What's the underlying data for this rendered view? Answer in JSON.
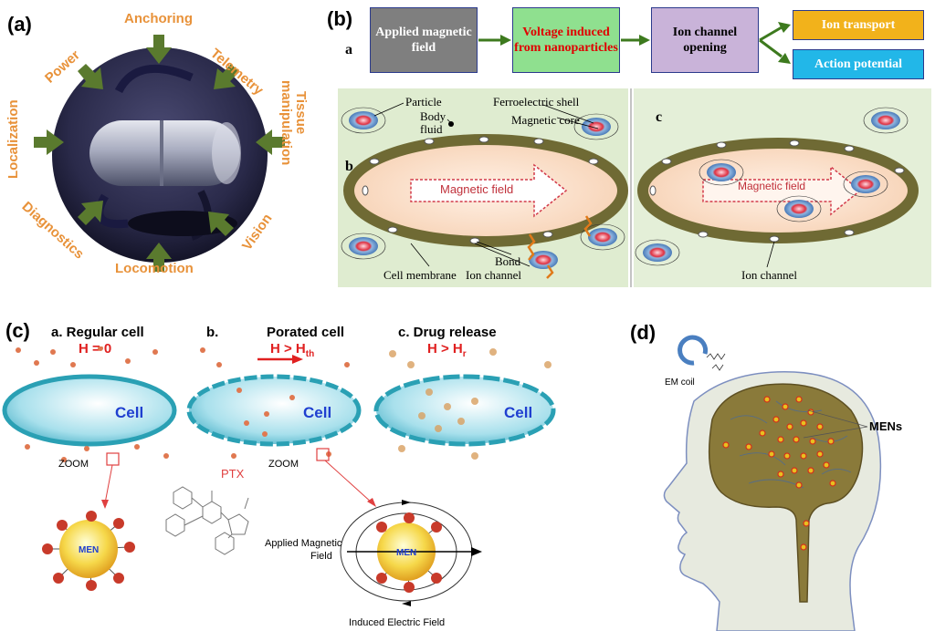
{
  "panel_a": {
    "letter": "(a)",
    "labels": {
      "anchoring": "Anchoring",
      "telemetry": "Telemetry",
      "tissue1": "Tissue",
      "tissue2": "manipulation",
      "vision": "Vision",
      "locomotion": "Locomotion",
      "diagnostics": "Diagnostics",
      "localization": "Localization",
      "power": "Power"
    }
  },
  "panel_b": {
    "letter": "(b)",
    "row_label_a": "a",
    "flow": {
      "box1": "Applied magnetic field",
      "box2": "Voltage induced from nanoparticles",
      "box3": "Ion channel opening",
      "box4": "Ion transport",
      "box5": "Action potential"
    },
    "sub_b": "b",
    "sub_c": "c",
    "labels": {
      "particle": "Particle",
      "body_fluid_1": "Body",
      "body_fluid_2": "fluid",
      "ferroelectric": "Ferroelectric shell",
      "magnetic_core": "Magnetic core",
      "magnetic_field": "Magnetic field",
      "bond": "Bond",
      "cell_membrane": "Cell membrane",
      "ion_channel": "Ion channel",
      "magnetic_field_c": "Magnetic field",
      "ion_channel_c": "Ion channel"
    }
  },
  "panel_c": {
    "letter": "(c)",
    "titles": {
      "a": "a. Regular cell",
      "b_prefix": "b.",
      "b": "Porated cell",
      "c": "c. Drug release"
    },
    "conditions": {
      "a": "H = 0",
      "b": "H > H",
      "b_sub": "th",
      "c": "H > H",
      "c_sub": "r"
    },
    "cell_label": "Cell",
    "zoom": "ZOOM",
    "ptx": "PTX",
    "men": "MEN",
    "applied_field_1": "Applied Magnetic",
    "applied_field_2": "Field",
    "induced_field": "Induced Electric Field"
  },
  "panel_d": {
    "letter": "(d)",
    "em_coil": "EM coil",
    "mens": "MENs"
  },
  "colors": {
    "orange": "#e8923a",
    "arrow_green": "#5a7a2e",
    "flow_gray": "#7f7f7f",
    "flow_green": "#8fe08f",
    "flow_purple": "#c9b3d9",
    "flow_yellow": "#f2b21b",
    "flow_blue": "#22b7e8",
    "cell_blue": "#7fd0e0",
    "brain": "#8a7a3a"
  }
}
